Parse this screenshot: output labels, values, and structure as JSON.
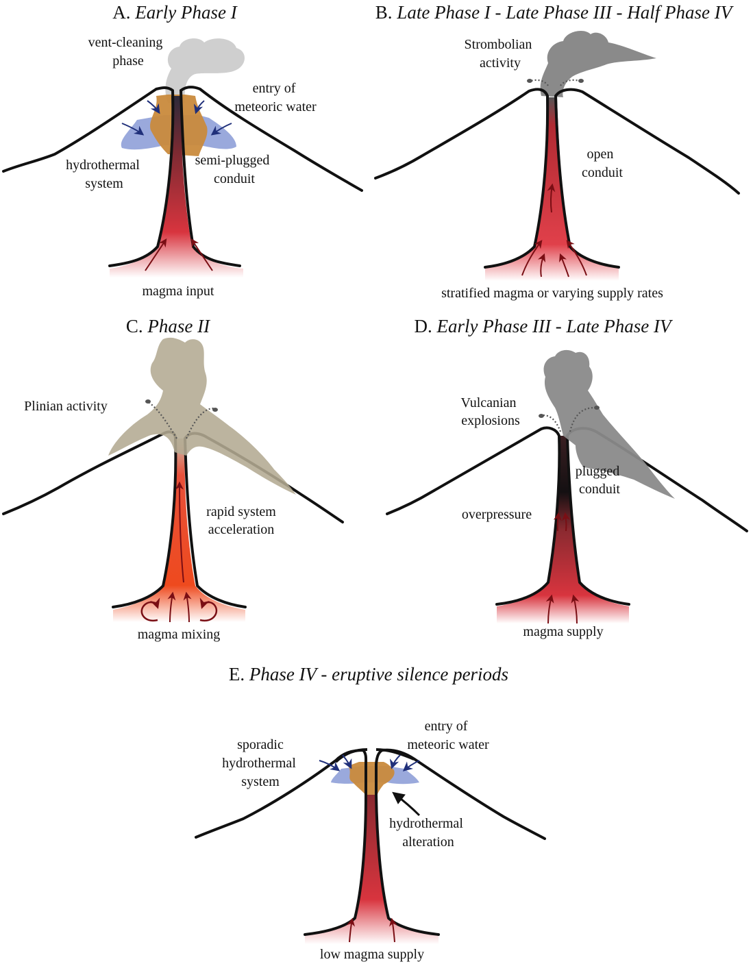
{
  "panels": {
    "a": {
      "letter": "A.",
      "phase": "Early Phase I",
      "labels": {
        "vent_1": "vent-cleaning",
        "vent_2": "phase",
        "water_1": "entry of",
        "water_2": "meteoric water",
        "hydro_1": "hydrothermal",
        "hydro_2": "system",
        "semi_1": "semi-plugged",
        "semi_2": "conduit",
        "magma": "magma input"
      }
    },
    "b": {
      "letter": "B.",
      "phase": "Late Phase I - Late Phase III - Half Phase IV",
      "labels": {
        "strom_1": "Strombolian",
        "strom_2": "activity",
        "open_1": "open",
        "open_2": "conduit",
        "magma": "stratified magma or varying supply rates"
      }
    },
    "c": {
      "letter": "C.",
      "phase": "Phase II",
      "labels": {
        "plinian": "Plinian activity",
        "rapid_1": "rapid system",
        "rapid_2": "acceleration",
        "magma": "magma mixing"
      }
    },
    "d": {
      "letter": "D.",
      "phase": "Early Phase III - Late Phase IV",
      "labels": {
        "vulc_1": "Vulcanian",
        "vulc_2": "explosions",
        "plug_1": "plugged",
        "plug_2": "conduit",
        "over": "overpressure",
        "magma": "magma supply"
      }
    },
    "e": {
      "letter": "E.",
      "phase": "Phase IV - eruptive silence periods",
      "labels": {
        "spor_1": "sporadic",
        "spor_2": "hydrothermal",
        "spor_3": "system",
        "water_1": "entry of",
        "water_2": "meteoric water",
        "alt_1": "hydrothermal",
        "alt_2": "alteration",
        "magma": "low magma supply"
      }
    }
  },
  "colors": {
    "magma": "#d8343e",
    "magma_orange": "#ee4a1e",
    "water": "#9aa9dc",
    "hydrothermal": "#c98a3c",
    "ash_light": "#cfcfcf",
    "ash_dark": "#8a8a8a",
    "ash_brown": "#b3aa92",
    "outline": "#111111"
  }
}
